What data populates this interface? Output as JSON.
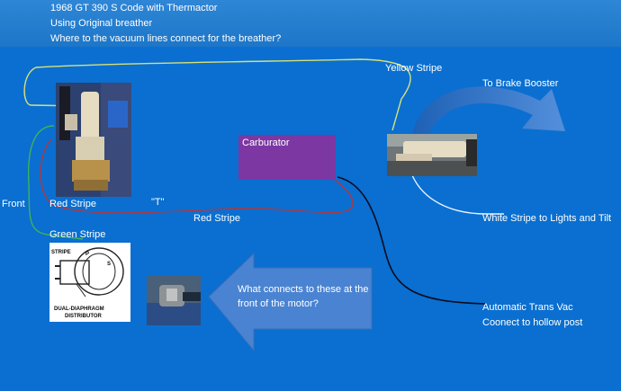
{
  "header": {
    "line1": "1968 GT 390 S Code with Thermactor",
    "line2": "Using Original breather",
    "line3": "Where to the vacuum lines connect for the breather?"
  },
  "labels": {
    "yellow_stripe": "Yellow Stripe",
    "to_brake_booster": "To Brake Booster",
    "carburator": "Carburator",
    "front": "Front",
    "red_stripe_left": "Red Stripe",
    "t_label": "\"T\"",
    "red_stripe_center": "Red Stripe",
    "white_stripe": "White Stripe to Lights and Tilt",
    "green_stripe": "Green Stripe",
    "auto_trans_1": "Automatic Trans Vac",
    "auto_trans_2": "Coonect to hollow post",
    "callout": "What connects to these at the front of the motor?"
  },
  "distributor": {
    "stripe": "STRIPE",
    "p": "P",
    "s": "S",
    "caption1": "DUAL-DIAPHRAGM",
    "caption2": "DISTRIBUTOR"
  },
  "colors": {
    "background": "#0a6fd0",
    "header": "#2f86d6",
    "yellow_wire": "#d7e07a",
    "red_wire": "#b0383f",
    "green_wire": "#3fb15a",
    "white_wire": "#e8f2ff",
    "black_wire": "#0b0b1e",
    "carburator": "#7d37a3",
    "arrow": "#4a83d1"
  }
}
